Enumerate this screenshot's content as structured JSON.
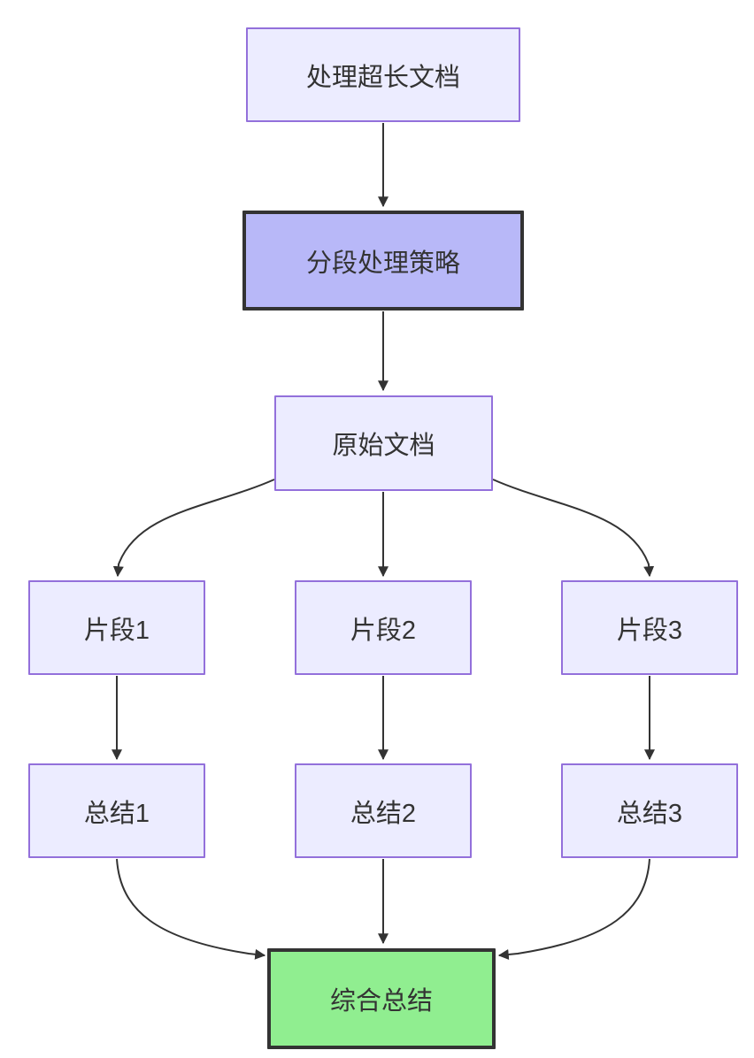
{
  "diagram": {
    "type": "flowchart",
    "direction": "top-down",
    "nodes": [
      {
        "id": "A",
        "label": "处理超长文档",
        "style": "default"
      },
      {
        "id": "B",
        "label": "分段处理策略",
        "style": "highlight"
      },
      {
        "id": "C",
        "label": "原始文档",
        "style": "default"
      },
      {
        "id": "D1",
        "label": "片段1",
        "style": "default"
      },
      {
        "id": "D2",
        "label": "片段2",
        "style": "default"
      },
      {
        "id": "D3",
        "label": "片段3",
        "style": "default"
      },
      {
        "id": "E1",
        "label": "总结1",
        "style": "default"
      },
      {
        "id": "E2",
        "label": "总结2",
        "style": "default"
      },
      {
        "id": "E3",
        "label": "总结3",
        "style": "default"
      },
      {
        "id": "F",
        "label": "综合总结",
        "style": "success"
      }
    ],
    "edges": [
      {
        "from": "A",
        "to": "B"
      },
      {
        "from": "B",
        "to": "C"
      },
      {
        "from": "C",
        "to": "D1"
      },
      {
        "from": "C",
        "to": "D2"
      },
      {
        "from": "C",
        "to": "D3"
      },
      {
        "from": "D1",
        "to": "E1"
      },
      {
        "from": "D2",
        "to": "E2"
      },
      {
        "from": "D3",
        "to": "E3"
      },
      {
        "from": "E1",
        "to": "F"
      },
      {
        "from": "E2",
        "to": "F"
      },
      {
        "from": "E3",
        "to": "F"
      }
    ],
    "colors": {
      "default_fill": "#ECECFF",
      "default_border": "#9370DB",
      "highlight_fill": "#B8B8F8",
      "highlight_border": "#333333",
      "success_fill": "#90EE90",
      "success_border": "#333333",
      "edge": "#333333",
      "text": "#333333",
      "background": "#FFFFFF"
    }
  }
}
